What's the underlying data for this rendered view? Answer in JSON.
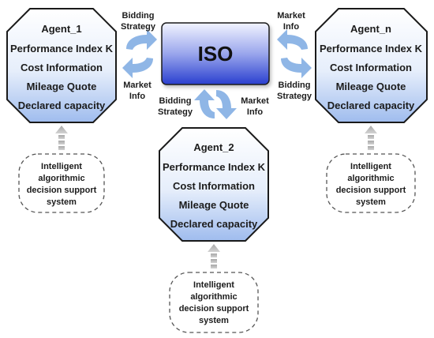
{
  "iso": {
    "label": "ISO"
  },
  "agents": [
    {
      "id": "agent-1",
      "lines": [
        "Agent_1",
        "Performance Index K",
        "Cost Information",
        "Mileage Quote",
        "Declared capacity"
      ]
    },
    {
      "id": "agent-n",
      "lines": [
        "Agent_n",
        "Performance Index K",
        "Cost Information",
        "Mileage Quote",
        "Declared capacity"
      ]
    },
    {
      "id": "agent-2",
      "lines": [
        "Agent_2",
        "Performance Index K",
        "Cost Information",
        "Mileage Quote",
        "Declared capacity"
      ]
    }
  ],
  "support_systems": [
    {
      "id": "support-agent-1",
      "lines": [
        "Intelligent",
        "algorithmic",
        "decision support",
        "system"
      ]
    },
    {
      "id": "support-agent-n",
      "lines": [
        "Intelligent",
        "algorithmic",
        "decision support",
        "system"
      ]
    },
    {
      "id": "support-agent-2",
      "lines": [
        "Intelligent",
        "algorithmic",
        "decision support",
        "system"
      ]
    }
  ],
  "flows": {
    "left_bidding": [
      "Bidding",
      "Strategy"
    ],
    "left_market": [
      "Market",
      "Info"
    ],
    "right_market": [
      "Market",
      "Info"
    ],
    "right_bidding": [
      "Bidding",
      "Strategy"
    ],
    "bottom_bidding": [
      "Bidding",
      "Strategy"
    ],
    "bottom_market": [
      "Market",
      "Info"
    ]
  },
  "colors": {
    "iso_top": "#f2f4ff",
    "iso_bottom": "#2a3fcf",
    "agent_top": "#ffffff",
    "agent_bottom": "#9fbcee",
    "cycle_arrow": "#8fb6e6",
    "dash_arrow": "#b3b3b3",
    "dashed_border": "#555555"
  }
}
